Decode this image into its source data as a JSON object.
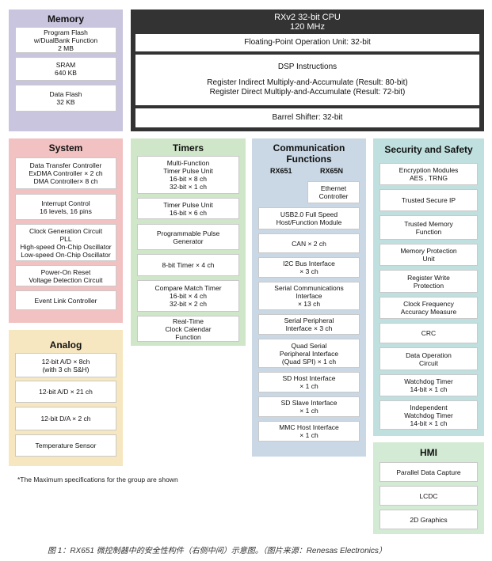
{
  "memory": {
    "title": "Memory",
    "items": [
      "Program Flash\nw/DualBank Function\n2 MB",
      "SRAM\n640 KB",
      "Data Flash\n32 KB"
    ]
  },
  "cpu": {
    "title": "RXv2 32-bit CPU\n120 MHz",
    "fpu": "Floating-Point Operation Unit: 32-bit",
    "dsp_title": "DSP Instructions",
    "dsp_body": "Register Indirect Multiply-and-Accumulate (Result: 80-bit)\nRegister Direct Multiply-and-Accumulate (Result: 72-bit)",
    "barrel": "Barrel Shifter: 32-bit"
  },
  "system": {
    "title": "System",
    "items": [
      "Data Transfer Controller\nExDMA Controller × 2 ch\nDMA Controller× 8 ch",
      "Interrupt Control\n16 levels, 16 pins",
      "Clock Generation Circuit\nPLL\nHigh-speed On-Chip Oscillator\nLow-speed On-Chip Oscillator",
      "Power-On Reset\nVoltage Detection Circuit",
      "Event Link Controller"
    ]
  },
  "timers": {
    "title": "Timers",
    "items": [
      "Multi-Function\nTimer Pulse Unit\n16-bit × 8 ch\n32-bit × 1 ch",
      "Timer Pulse Unit\n16-bit × 6 ch",
      "Programmable Pulse\nGenerator",
      "8-bit Timer × 4 ch",
      "Compare Match Timer\n16-bit × 4 ch\n32-bit × 2 ch",
      "Real-Time\nClock Calendar\nFunction"
    ]
  },
  "comm": {
    "title": "Communication\nFunctions",
    "col_a": "RX651",
    "col_b": "RX65N",
    "ethernet": "Ethernet\nController",
    "items": [
      "USB2.0 Full Speed\nHost/Function Module",
      "CAN × 2 ch",
      "I2C Bus Interface\n× 3 ch",
      "Serial Communications\nInterface\n× 13 ch",
      "Serial Peripheral\nInterface × 3 ch",
      "Quad Serial\nPeripheral Interface\n(Quad SPI) × 1 ch",
      "SD Host Interface\n× 1 ch",
      "SD Slave Interface\n× 1 ch",
      "MMC Host Interface\n× 1 ch"
    ]
  },
  "security": {
    "title": "Security and Safety",
    "items": [
      "Encryption Modules\nAES , TRNG",
      "Trusted Secure IP",
      "Trusted Memory\nFunction",
      "Memory Protection\nUnit",
      "Register Write\nProtection",
      "Clock Frequency\nAccuracy Measure",
      "CRC",
      "Data Operation\nCircuit",
      "Watchdog Timer\n14-bit × 1 ch",
      "Independent\nWatchdog Timer\n14-bit × 1 ch"
    ]
  },
  "analog": {
    "title": "Analog",
    "items": [
      "12-bit A/D ×  8ch\n(with 3 ch S&H)",
      "12-bit A/D × 21 ch",
      "12-bit D/A × 2 ch",
      "Temperature Sensor"
    ]
  },
  "hmi": {
    "title": "HMI",
    "items": [
      "Parallel Data Capture",
      "LCDC",
      "2D Graphics"
    ]
  },
  "note": "*The Maximum specifications for the group are shown",
  "caption": "图 1：RX651 微控制器中的安全性构件（右侧中间）示意图。（图片来源：Renesas Electronics）",
  "colors": {
    "memory": "#c9c5de",
    "cpu": "#333333",
    "system": "#f2c2c2",
    "timers": "#cfe6c8",
    "comm": "#c9d8e4",
    "security": "#bfe0df",
    "analog": "#f7e7c0",
    "hmi": "#d3ead4"
  }
}
